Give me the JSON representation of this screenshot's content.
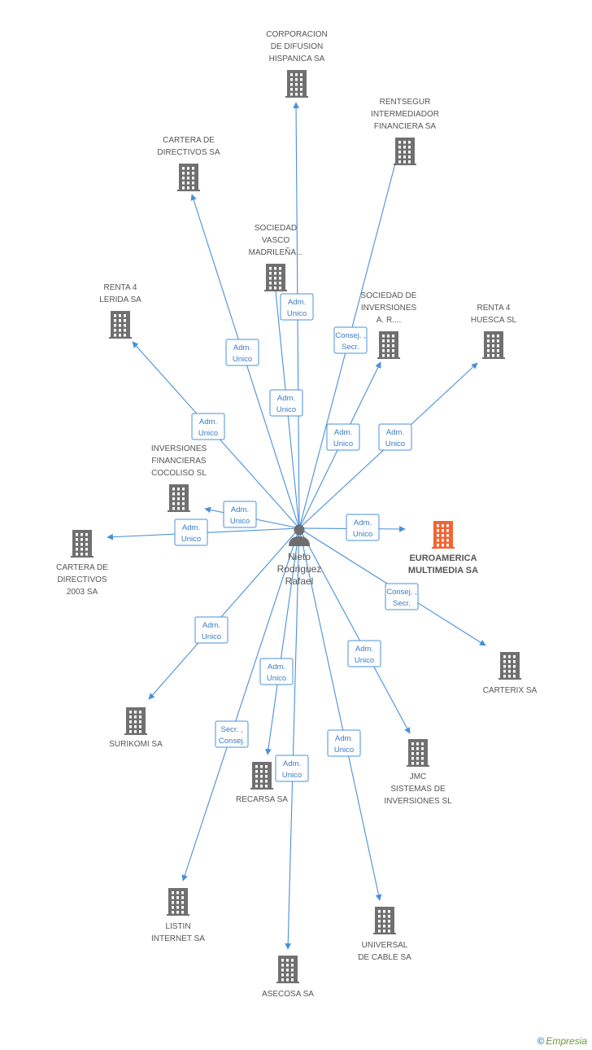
{
  "center": {
    "name_lines": [
      "Nieto",
      "Rodriguez",
      "Rafael"
    ]
  },
  "colors": {
    "edge": "#4a90d9",
    "building": "#707070",
    "highlight": "#f26532"
  },
  "nodes": [
    {
      "id": "n1",
      "label_lines": [
        "CORPORACION",
        "DE DIFUSION",
        "HISPANICA SA"
      ],
      "highlight": false
    },
    {
      "id": "n2",
      "label_lines": [
        "RENTSEGUR",
        "INTERMEDIADOR",
        "FINANCIERA SA"
      ],
      "highlight": false
    },
    {
      "id": "n3",
      "label_lines": [
        "CARTERA DE",
        "DIRECTIVOS SA"
      ],
      "highlight": false
    },
    {
      "id": "n4",
      "label_lines": [
        "SOCIEDAD",
        "VASCO",
        "MADRILEÑA..."
      ],
      "highlight": false
    },
    {
      "id": "n5",
      "label_lines": [
        "RENTA 4",
        "LERIDA SA"
      ],
      "highlight": false
    },
    {
      "id": "n6",
      "label_lines": [
        "SOCIEDAD DE",
        "INVERSIONES",
        "A.  R...."
      ],
      "highlight": false
    },
    {
      "id": "n7",
      "label_lines": [
        "RENTA 4",
        "HUESCA SL"
      ],
      "highlight": false
    },
    {
      "id": "n8",
      "label_lines": [
        "INVERSIONES",
        "FINANCIERAS",
        "COCOLISO SL"
      ],
      "highlight": false
    },
    {
      "id": "n9",
      "label_lines": [
        "CARTERA DE",
        "DIRECTIVOS",
        "2003 SA"
      ],
      "highlight": false
    },
    {
      "id": "n10",
      "label_lines": [
        "EUROAMERICA",
        "MULTIMEDIA SA"
      ],
      "highlight": true
    },
    {
      "id": "n11",
      "label_lines": [
        "CARTERIX SA"
      ],
      "highlight": false
    },
    {
      "id": "n12",
      "label_lines": [
        "SURIKOMI SA"
      ],
      "highlight": false
    },
    {
      "id": "n13",
      "label_lines": [
        "RECARSA SA"
      ],
      "highlight": false
    },
    {
      "id": "n14",
      "label_lines": [
        "JMC",
        "SISTEMAS DE",
        "INVERSIONES SL"
      ],
      "highlight": false
    },
    {
      "id": "n15",
      "label_lines": [
        "LISTIN",
        "INTERNET SA"
      ],
      "highlight": false
    },
    {
      "id": "n16",
      "label_lines": [
        "UNIVERSAL",
        "DE CABLE SA"
      ],
      "highlight": false
    },
    {
      "id": "n17",
      "label_lines": [
        "ASECOSA SA"
      ],
      "highlight": false
    }
  ],
  "edges": [
    {
      "to": "n1",
      "label_lines": [
        "Adm.",
        "Unico"
      ]
    },
    {
      "to": "n2",
      "label_lines": [
        "Consej. ,",
        "Secr."
      ]
    },
    {
      "to": "n3",
      "label_lines": [
        "Adm.",
        "Unico"
      ]
    },
    {
      "to": "n4",
      "label_lines": [
        "Adm.",
        "Unico"
      ]
    },
    {
      "to": "n5",
      "label_lines": [
        "Adm.",
        "Unico"
      ]
    },
    {
      "to": "n6",
      "label_lines": [
        "Adm.",
        "Unico"
      ]
    },
    {
      "to": "n7",
      "label_lines": [
        "Adm.",
        "Unico"
      ]
    },
    {
      "to": "n8",
      "label_lines": [
        "Adm.",
        "Unico"
      ]
    },
    {
      "to": "n9",
      "label_lines": [
        "Adm.",
        "Unico"
      ]
    },
    {
      "to": "n10",
      "label_lines": [
        "Adm.",
        "Unico"
      ]
    },
    {
      "to": "n11",
      "label_lines": [
        "Consej. ,",
        "Secr."
      ]
    },
    {
      "to": "n12",
      "label_lines": [
        "Adm.",
        "Unico"
      ]
    },
    {
      "to": "n13",
      "label_lines": [
        "Adm.",
        "Unico"
      ]
    },
    {
      "to": "n14",
      "label_lines": [
        "Adm.",
        "Unico"
      ]
    },
    {
      "to": "n15",
      "label_lines": [
        "Secr. ,",
        "Consej."
      ]
    },
    {
      "to": "n16",
      "label_lines": [
        "Adm.",
        "Unico"
      ]
    },
    {
      "to": "n17",
      "label_lines": [
        "Adm.",
        "Unico"
      ]
    }
  ],
  "branding": {
    "copyright_symbol": "©",
    "brand_name": "Empresia"
  }
}
